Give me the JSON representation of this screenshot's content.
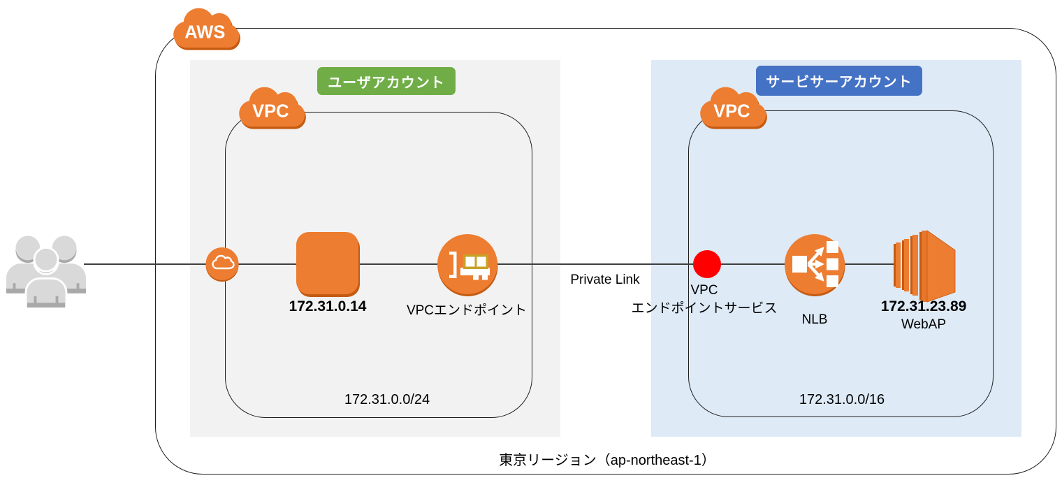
{
  "region": {
    "label": "東京リージョン（ap-northeast-1）"
  },
  "aws": {
    "cloud_label": "AWS"
  },
  "link": {
    "label": "Private Link"
  },
  "user_account": {
    "label": "ユーザアカウント",
    "vpc_label": "VPC",
    "cidr": "172.31.0.0/24",
    "instance_ip": "172.31.0.14",
    "vpc_endpoint_label": "VPCエンドポイント"
  },
  "servicer_account": {
    "label": "サービサーアカウント",
    "vpc_label": "VPC",
    "cidr": "172.31.0.0/16",
    "endpoint_service_line1": "VPC",
    "endpoint_service_line2": "エンドポイントサービス",
    "nlb_label": "NLB",
    "webap_ip": "172.31.23.89",
    "webap_label": "WebAP"
  },
  "colors": {
    "orange": "#ED7D31",
    "orange_dark": "#C55A11",
    "green": "#70AD47",
    "blue": "#4472C4",
    "light_blue_bg": "#DEEAF6",
    "gray_bg": "#F2F2F2",
    "red": "#FF0000",
    "line": "#3F3F3F"
  }
}
